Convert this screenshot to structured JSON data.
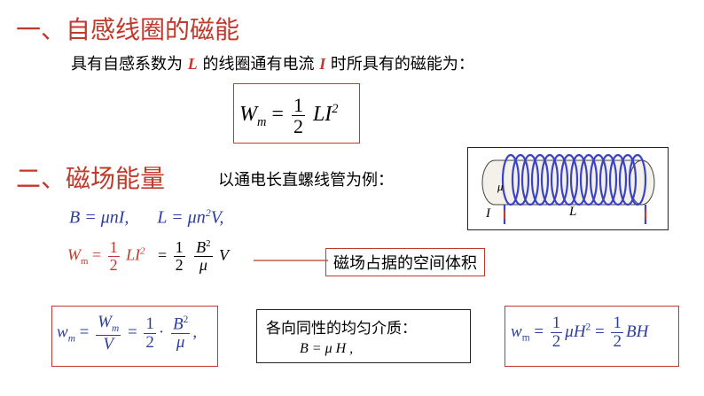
{
  "section1": {
    "title": "一、自感线圈的磁能",
    "line_parts": [
      "具有自感系数为 ",
      "L",
      " 的线圈通有电流 ",
      "I",
      " 时所具有的磁能为："
    ]
  },
  "formula_box1": {
    "lhs": "W",
    "lhs_sub": "m",
    "eq": "=",
    "num": "1",
    "den": "2",
    "rhs": "LI",
    "exp": "2"
  },
  "section2": {
    "title": "二、磁场能量",
    "note": "以通电长直螺线管为例："
  },
  "eq_blue": {
    "a": "B = μnI,",
    "b": "L = μn",
    "b_exp": "2",
    "b_tail": "V,"
  },
  "eq_red": {
    "lhs": "W",
    "lhs_sub": "m",
    "eq1": "=",
    "f1_num": "1",
    "f1_den": "2",
    "term1": "LI",
    "term1_exp": "2",
    "eq2": "=",
    "f2_num": "1",
    "f2_den": "2",
    "f3_num": "B",
    "f3_num_exp": "2",
    "f3_den": "μ",
    "tail": "V"
  },
  "callout": "磁场占据的空间体积",
  "solenoid": {
    "label_mu": "μ",
    "label_I": "I",
    "label_L": "L"
  },
  "formula_box2": {
    "lhs": "w",
    "lhs_sub": "m",
    "eq1": "=",
    "f1_num": "W",
    "f1_num_sub": "m",
    "f1_den": "V",
    "eq2": "=",
    "f2_num": "1",
    "f2_den": "2",
    "dot": "·",
    "f3_num": "B",
    "f3_num_exp": "2",
    "f3_den": "μ",
    "tail": ","
  },
  "medium_box": {
    "line1": "各向同性的均匀介质：",
    "line2": "B = μ H ,"
  },
  "formula_box3": {
    "lhs": "w",
    "lhs_sub": "m",
    "eq1": "=",
    "f1_num": "1",
    "f1_den": "2",
    "term1": "μH",
    "term1_exp": "2",
    "eq2": "=",
    "f2_num": "1",
    "f2_den": "2",
    "term2": "BH"
  },
  "colors": {
    "red": "#c0392b",
    "blue": "#2d3e9e",
    "coil": "#3b44c8"
  }
}
